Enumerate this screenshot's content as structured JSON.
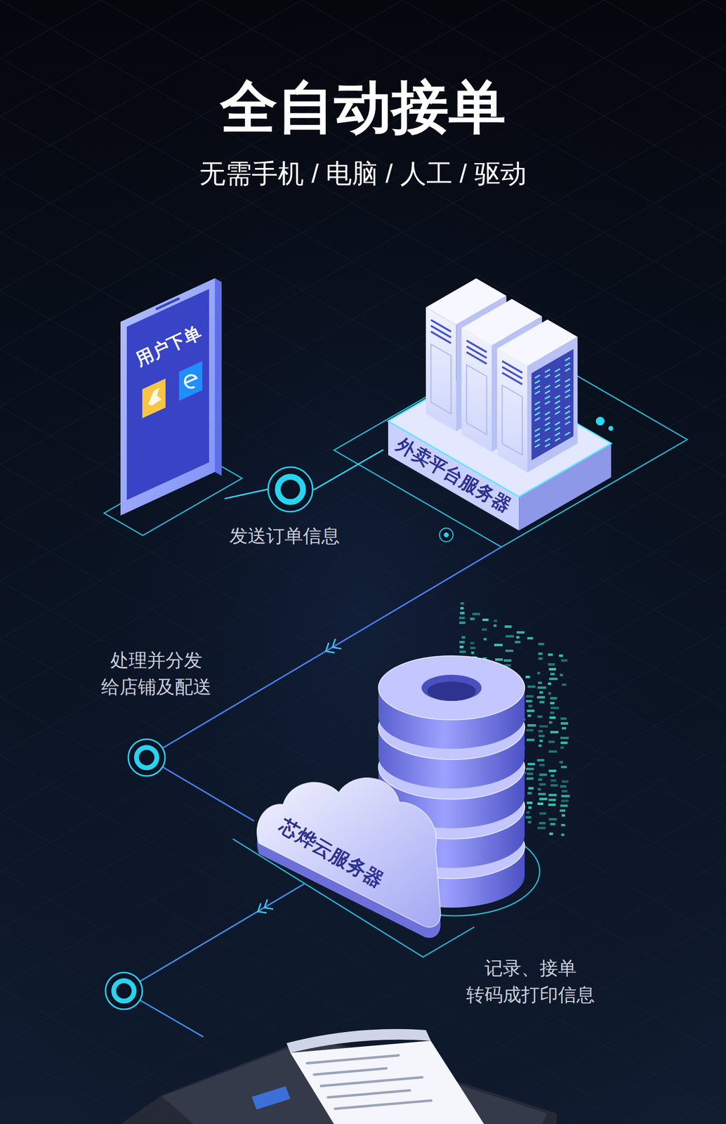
{
  "diagram": {
    "title": "全自动接单",
    "nodes": [
      {
        "text": [
          "用户下单"
        ]
      },
      {
        "text": [
          "外卖平台服务器"
        ]
      },
      {
        "text": [
          "芯烨云服务器"
        ]
      }
    ],
    "edges": [
      {
        "from": 0,
        "to": 1,
        "arrow": "none",
        "label": "发送订单信息"
      },
      {
        "from": 1,
        "to": 2,
        "arrow": "to",
        "label": "处理并分发 给店铺及配送"
      }
    ],
    "labels": [
      "无需手机 / 电脑 / 人工 / 驱动",
      "记录、接单 转码成打印信息"
    ]
  }
}
